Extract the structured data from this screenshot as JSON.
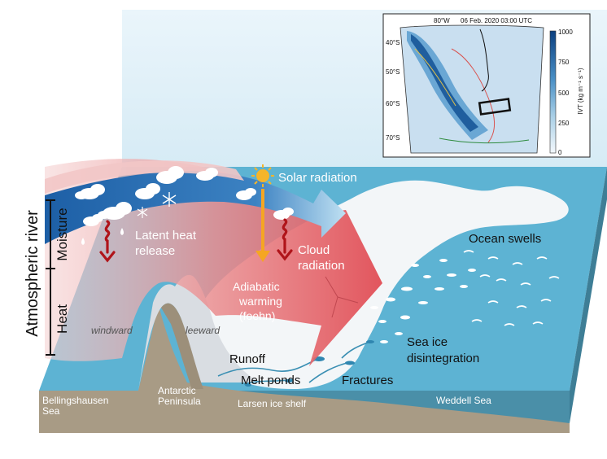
{
  "side_label": {
    "title": "Atmospheric river",
    "moisture": "Moisture",
    "heat": "Heat"
  },
  "labels": {
    "solar_radiation": "Solar radiation",
    "latent_heat_line1": "Latent heat",
    "latent_heat_line2": "release",
    "cloud_line1": "Cloud",
    "cloud_line2": "radiation",
    "adiabatic_line1": "Adiabatic",
    "adiabatic_line2": "warming",
    "adiabatic_line3": "(foehn)",
    "windward": "windward",
    "leeward": "leeward",
    "runoff": "Runoff",
    "melt_ponds": "Melt ponds",
    "fractures": "Fractures",
    "ocean_swells": "Ocean swells",
    "sea_ice_line1": "Sea ice",
    "sea_ice_line2": "disintegration",
    "bellingshausen_line1": "Bellingshausen",
    "bellingshausen_line2": "Sea",
    "peninsula_line1": "Antarctic",
    "peninsula_line2": "Peninsula",
    "larsen": "Larsen ice shelf",
    "weddell": "Weddell Sea"
  },
  "inset": {
    "header_lon": "80°W",
    "header_time": "06 Feb. 2020 03:00 UTC",
    "lat_labels": [
      "40°S",
      "50°S",
      "60°S",
      "70°S"
    ],
    "colorbar_ticks": [
      "1000",
      "750",
      "500",
      "250",
      "0"
    ],
    "colorbar_label": "IVT (kg m⁻¹ s⁻¹)"
  },
  "colors": {
    "ocean": "#5db3d3",
    "ocean_side": "#4a8fa8",
    "ground": "#a89b85",
    "sky": "#e3f1f8",
    "river_red": "#e2656a",
    "moisture_blue": "#2a6fb0"
  }
}
